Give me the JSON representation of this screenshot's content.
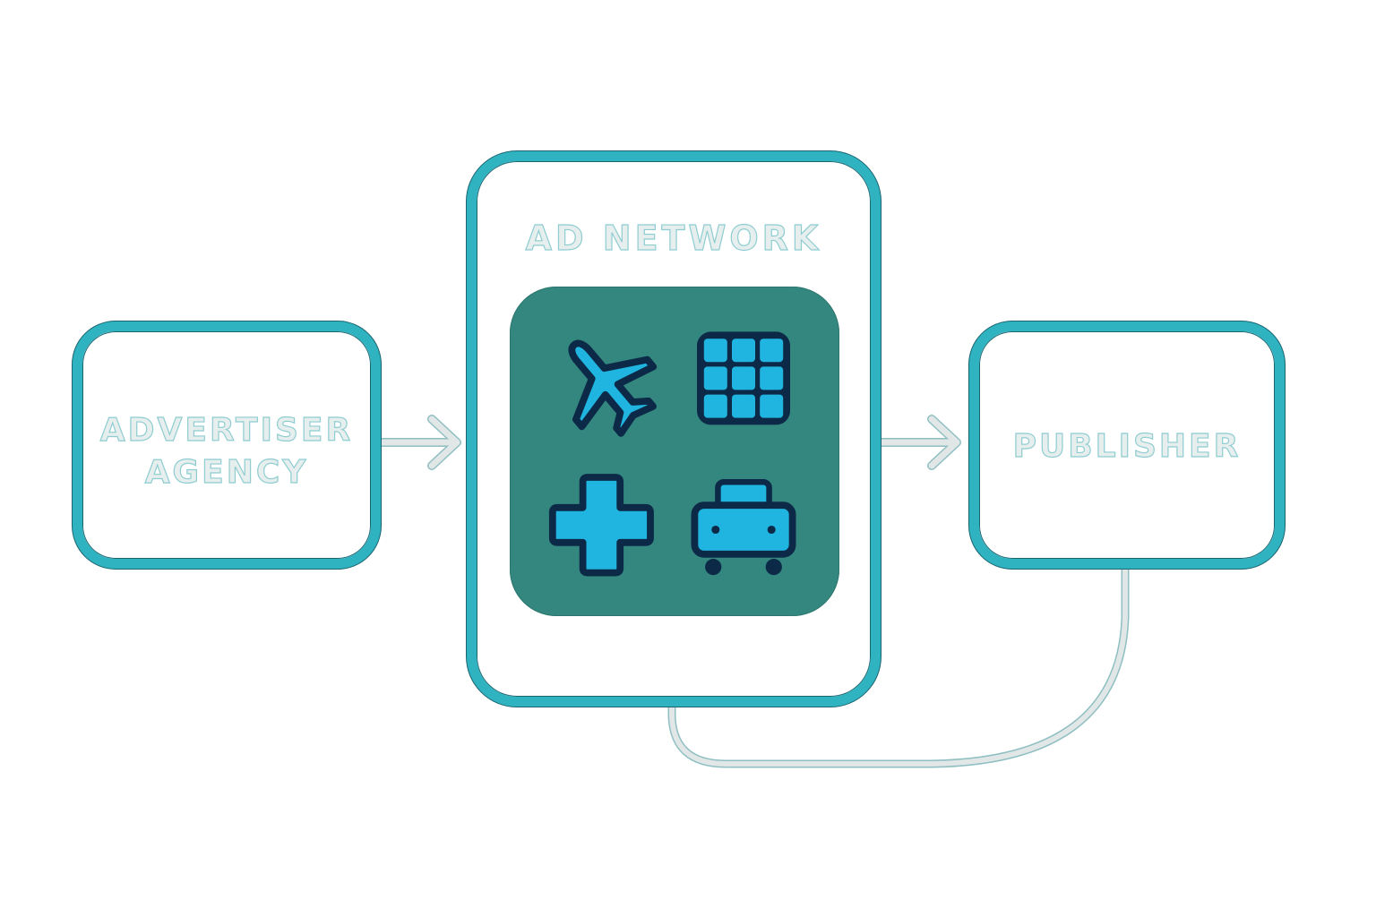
{
  "diagram": {
    "nodes": {
      "advertiser": {
        "label_line1": "ADVERTISER",
        "label_line2": "AGENCY"
      },
      "network": {
        "label": "AD NETWORK"
      },
      "publisher": {
        "label": "PUBLISHER"
      }
    },
    "category_icons": [
      "airplane-icon",
      "grid-icon",
      "medical-cross-icon",
      "car-icon"
    ],
    "edges": [
      {
        "from": "advertiser",
        "to": "network",
        "type": "arrow"
      },
      {
        "from": "network",
        "to": "publisher",
        "type": "arrow"
      },
      {
        "from": "publisher",
        "to": "network",
        "type": "connector-line"
      }
    ],
    "colors": {
      "box_border": "#2fb3c0",
      "panel": "#34877f",
      "icon_fill": "#20b4e0",
      "icon_outline": "#0c2a48",
      "label_fill": "#e6eeee",
      "connector": "#dde3e3"
    }
  }
}
